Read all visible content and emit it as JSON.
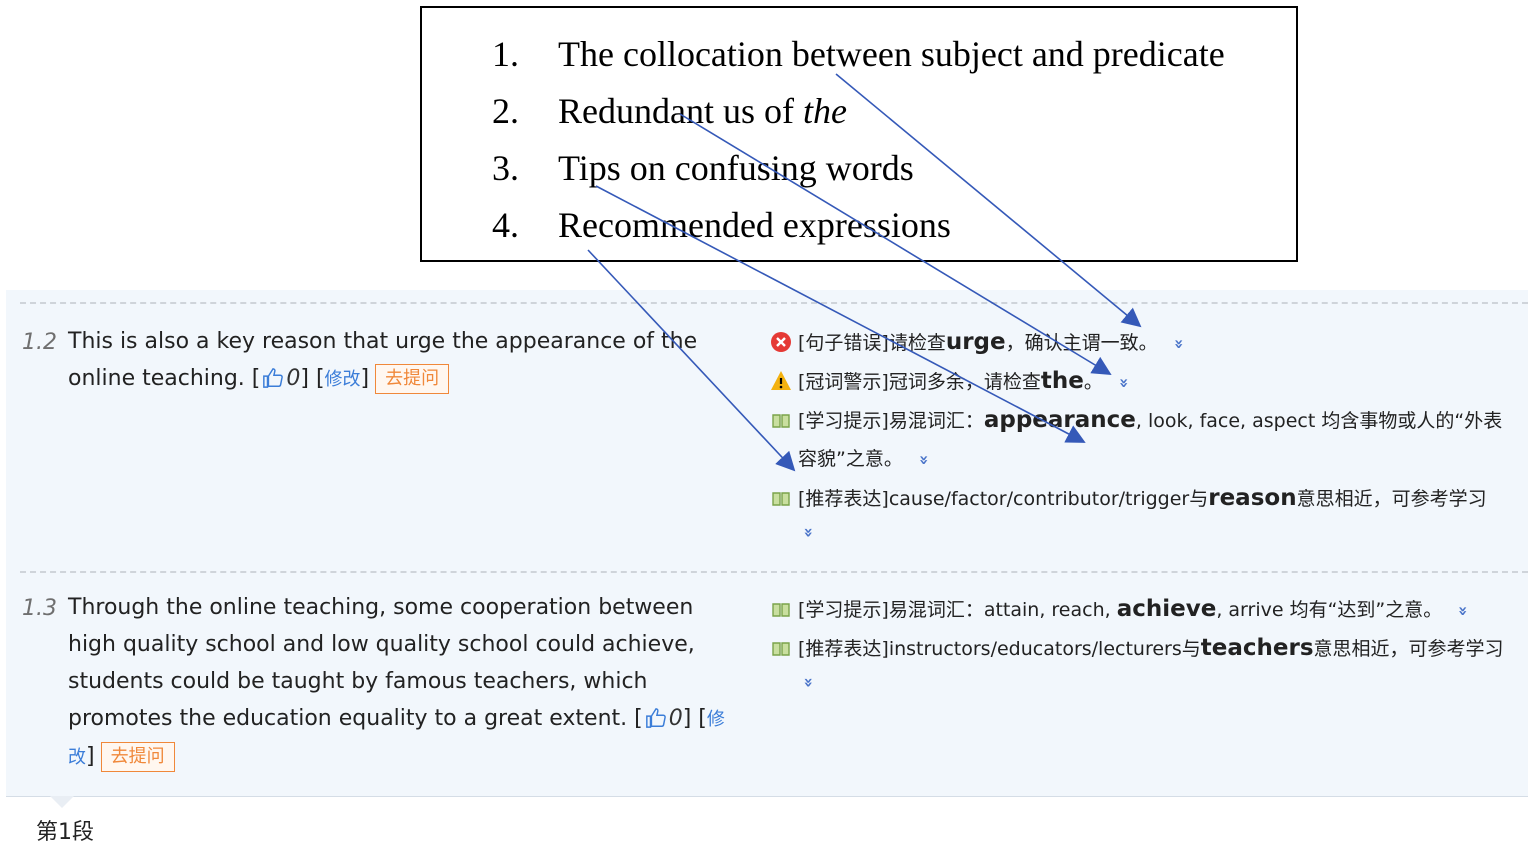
{
  "legend": {
    "items": [
      {
        "num": "1.",
        "text": "The collocation between subject and predicate"
      },
      {
        "num": "2.",
        "text": "Redundant us of ",
        "italic": "the"
      },
      {
        "num": "3.",
        "text": "Tips on confusing words"
      },
      {
        "num": "4.",
        "text": "Recommended expressions"
      }
    ]
  },
  "sentences": [
    {
      "num": "1.2",
      "text": "This is also a key reason that urge the appearance of the online teaching. [",
      "likes": "0",
      "after_likes": "] [",
      "edit": "修改",
      "close": "]",
      "ask": "去提问"
    },
    {
      "num": "1.3",
      "text": "Through the online teaching, some cooperation between high quality school and low quality school could achieve, students could be taught by famous teachers, which promotes the education equality to a great extent. [",
      "likes": "0",
      "after_likes": "] [",
      "edit": "修改",
      "close": "]",
      "ask": "去提问"
    }
  ],
  "feedback": {
    "s12": {
      "error": {
        "tag": "[句子错误]",
        "pre": "请检查",
        "kw": "urge",
        "post": "，确认主谓一致。"
      },
      "warn": {
        "tag": "[冠词警示]",
        "pre": "冠词多余，请检查",
        "kw": "the",
        "post": "。"
      },
      "tip": {
        "tag": "[学习提示]",
        "pre": "易混词汇：",
        "kw": "appearance",
        "post": ", look, face, aspect 均含事物或人的“外表",
        "line2": "容貌”之意。"
      },
      "rec": {
        "tag": "[推荐表达]",
        "pre": "cause/factor/contributor/trigger与",
        "kw": "reason",
        "post": "意思相近，可参考学习"
      }
    },
    "s13": {
      "tip": {
        "tag": "[学习提示]",
        "pre": "易混词汇：attain, reach, ",
        "kw": "achieve",
        "post": ", arrive 均有“达到”之意。"
      },
      "rec": {
        "tag": "[推荐表达]",
        "pre": "instructors/educators/lecturers与",
        "kw": "teachers",
        "post": "意思相近，可参考学习"
      }
    },
    "chevron": "»"
  },
  "paragraph_label": "第1段",
  "colors": {
    "arrow": "#3559b8",
    "error": "#e53935",
    "warn": "#f3b10f",
    "book": "#9cc26b",
    "link": "#3b7dd8",
    "ask": "#f0883a"
  }
}
